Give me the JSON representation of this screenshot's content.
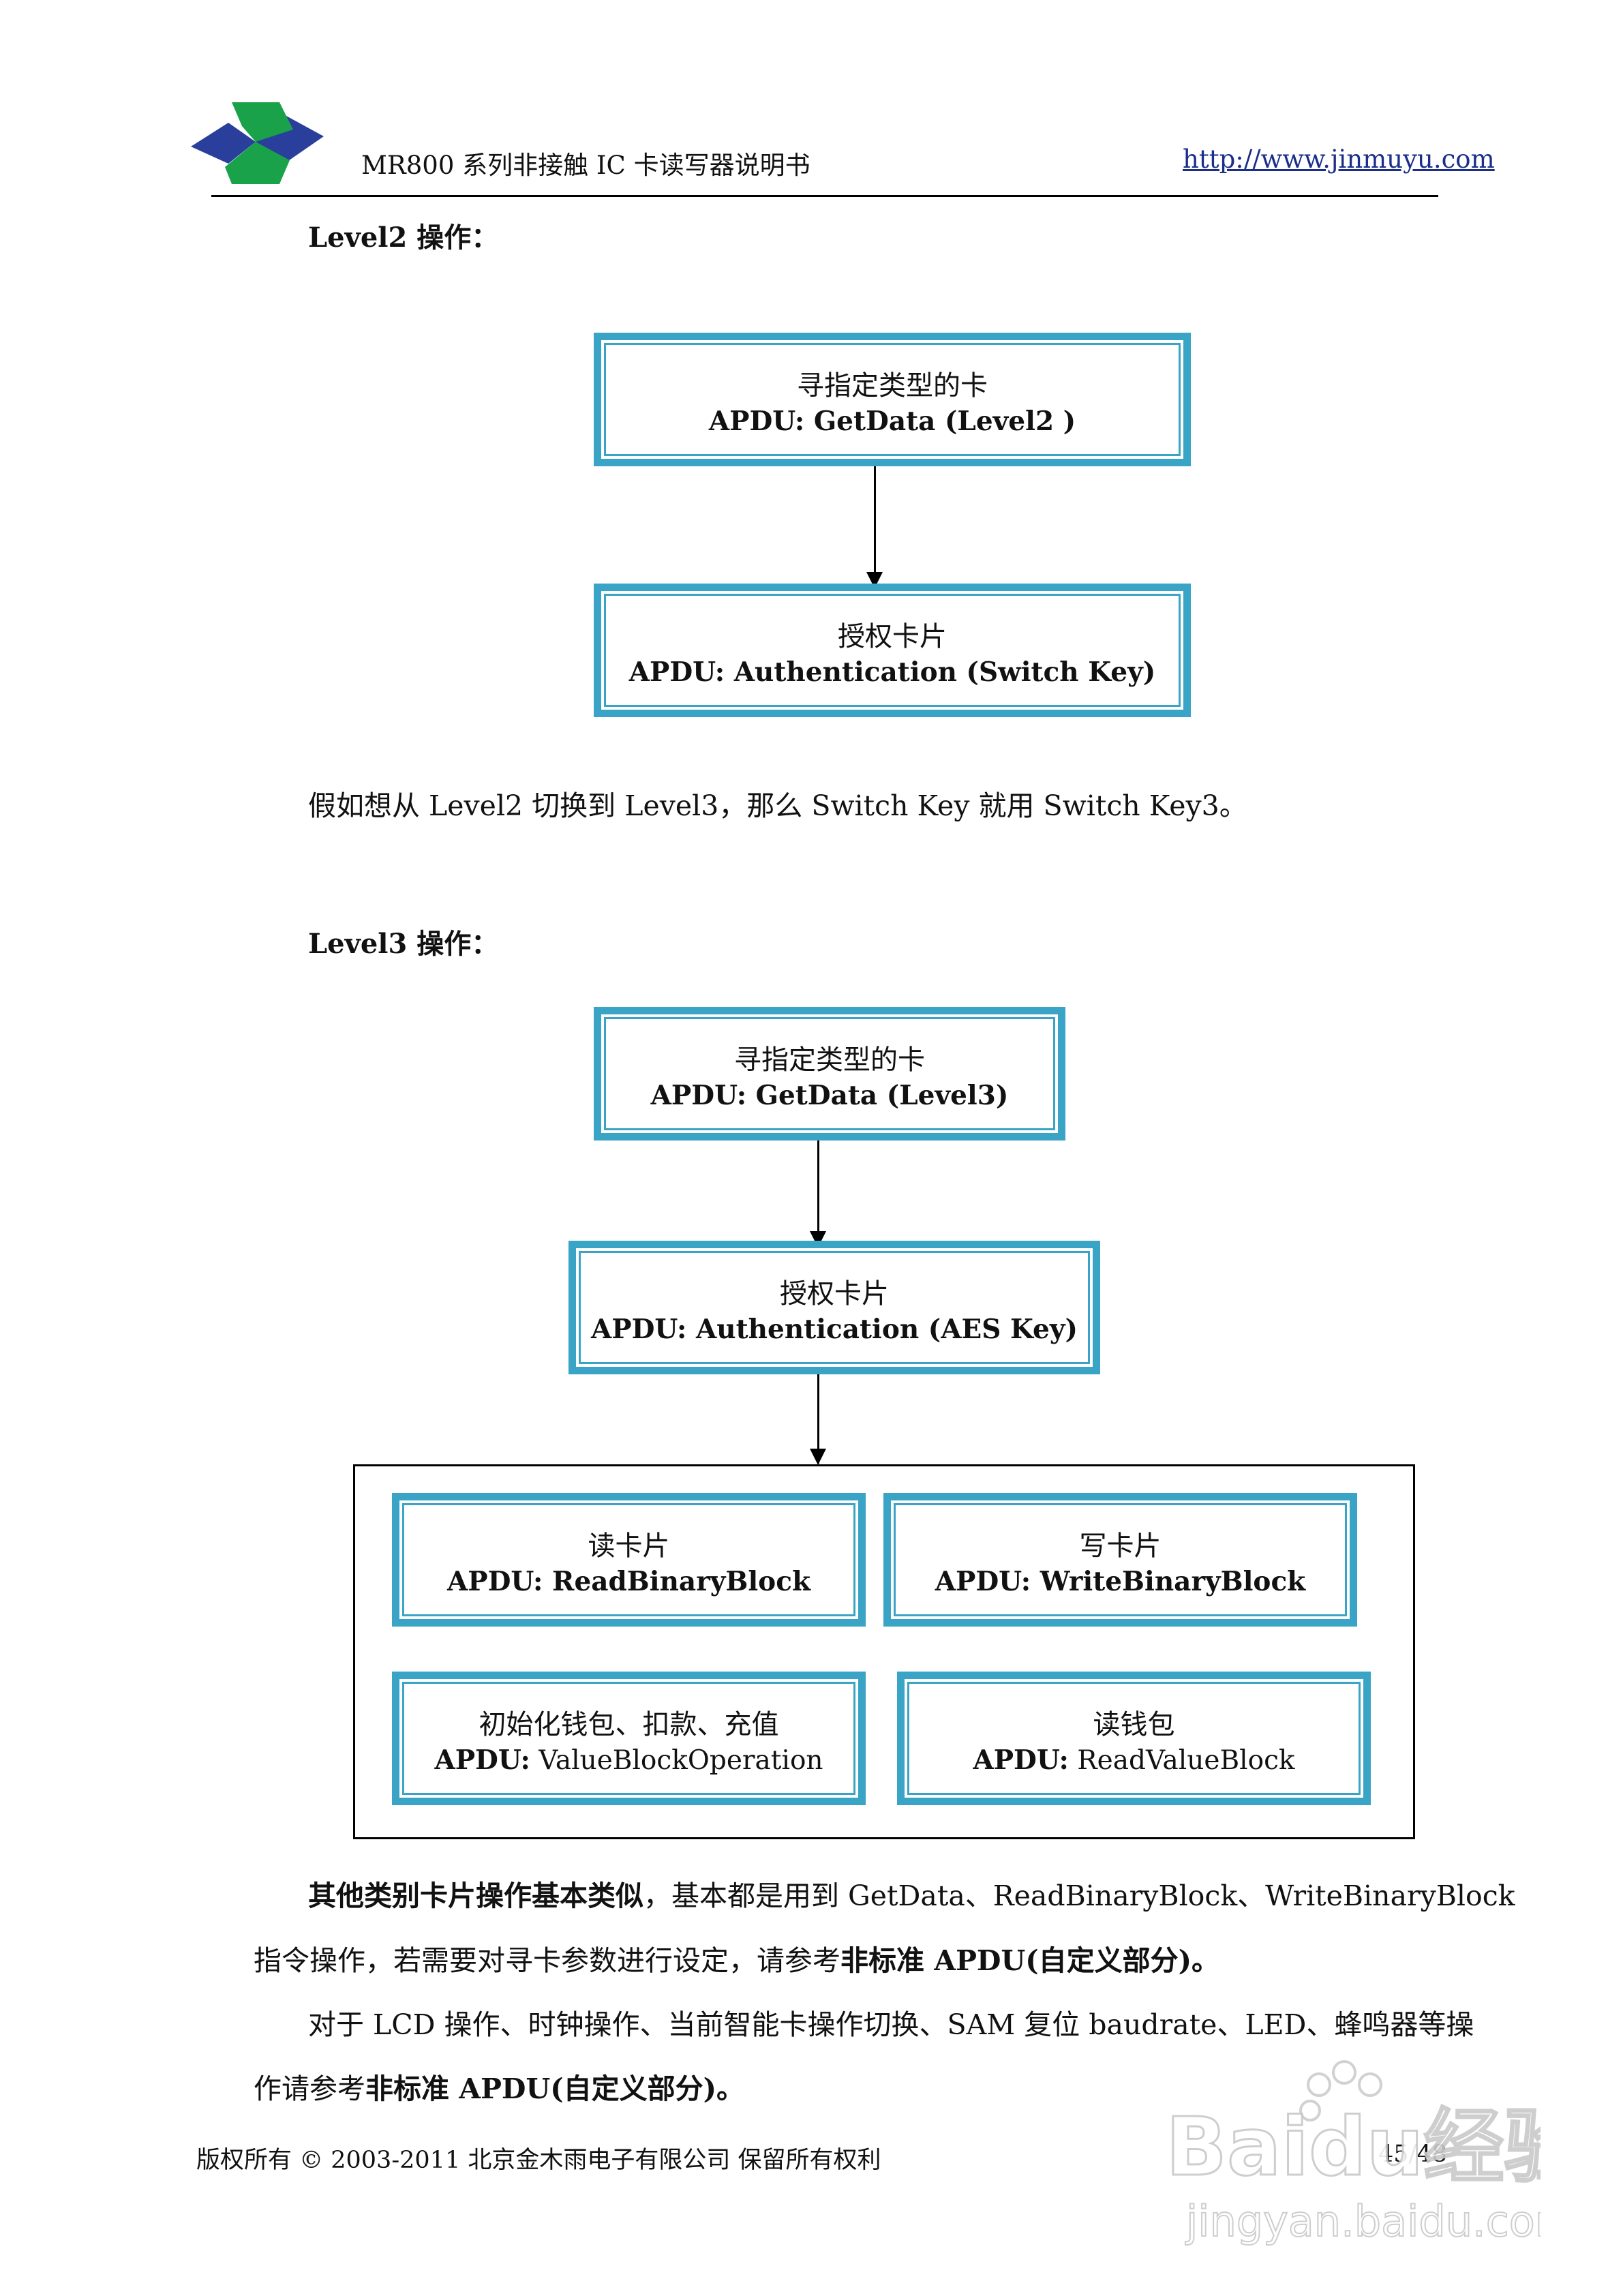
{
  "header": {
    "title": "MR800 系列非接触 IC 卡读写器说明书",
    "url": "http://www.jinmuyu.com"
  },
  "level2": {
    "title": "Level2  操作：",
    "box1": {
      "line1": "寻指定类型的卡",
      "line2": "APDU: GetData (Level2 )"
    },
    "box2": {
      "line1": "授权卡片",
      "line2": "APDU: Authentication (Switch Key)"
    },
    "note": "假如想从 Level2 切换到 Level3，那么 Switch Key 就用 Switch Key3。"
  },
  "level3": {
    "title": "Level3  操作：",
    "box1": {
      "line1": "寻指定类型的卡",
      "line2": "APDU: GetData (Level3)"
    },
    "box2": {
      "line1": "授权卡片",
      "line2": "APDU: Authentication (AES Key)"
    },
    "ops": [
      {
        "line1": "读卡片",
        "prefix": "APDU:",
        "name": " ReadBinaryBlock",
        "name_bold": true
      },
      {
        "line1": "写卡片",
        "prefix": "APDU:",
        "name": " WriteBinaryBlock",
        "name_bold": true
      },
      {
        "line1": "初始化钱包、扣款、充值",
        "prefix": "APDU:",
        "name": " ValueBlockOperation",
        "name_bold": false
      },
      {
        "line1": "读钱包",
        "prefix": "APDU:",
        "name": " ReadValueBlock",
        "name_bold": false
      }
    ]
  },
  "body": {
    "p1a_bold": "其他类别卡片操作基本类似",
    "p1a_rest": "，基本都是用到 GetData、ReadBinaryBlock、WriteBinaryBlock",
    "p1b_rest": "指令操作，若需要对寻卡参数进行设定，请参考",
    "p1b_bold": "非标准 APDU(自定义部分)。",
    "p2a": "对于 LCD 操作、时钟操作、当前智能卡操作切换、SAM 复位 baudrate、LED、蜂鸣器等操",
    "p2b_rest": "作请参考",
    "p2b_bold": "非标准 APDU(自定义部分)。"
  },
  "footer": {
    "copyright": "版权所有  ©  2003-2011 北京金木雨电子有限公司  保留所有权利",
    "page": "45/48"
  },
  "watermark": {
    "brand": "Baidu经验",
    "url": "jingyan.baidu.com"
  },
  "colors": {
    "box_border": "#3aa4c6",
    "logo_green": "#1aa24a",
    "logo_blue": "#2a3f9c",
    "url_blue": "#1a2e8a"
  }
}
